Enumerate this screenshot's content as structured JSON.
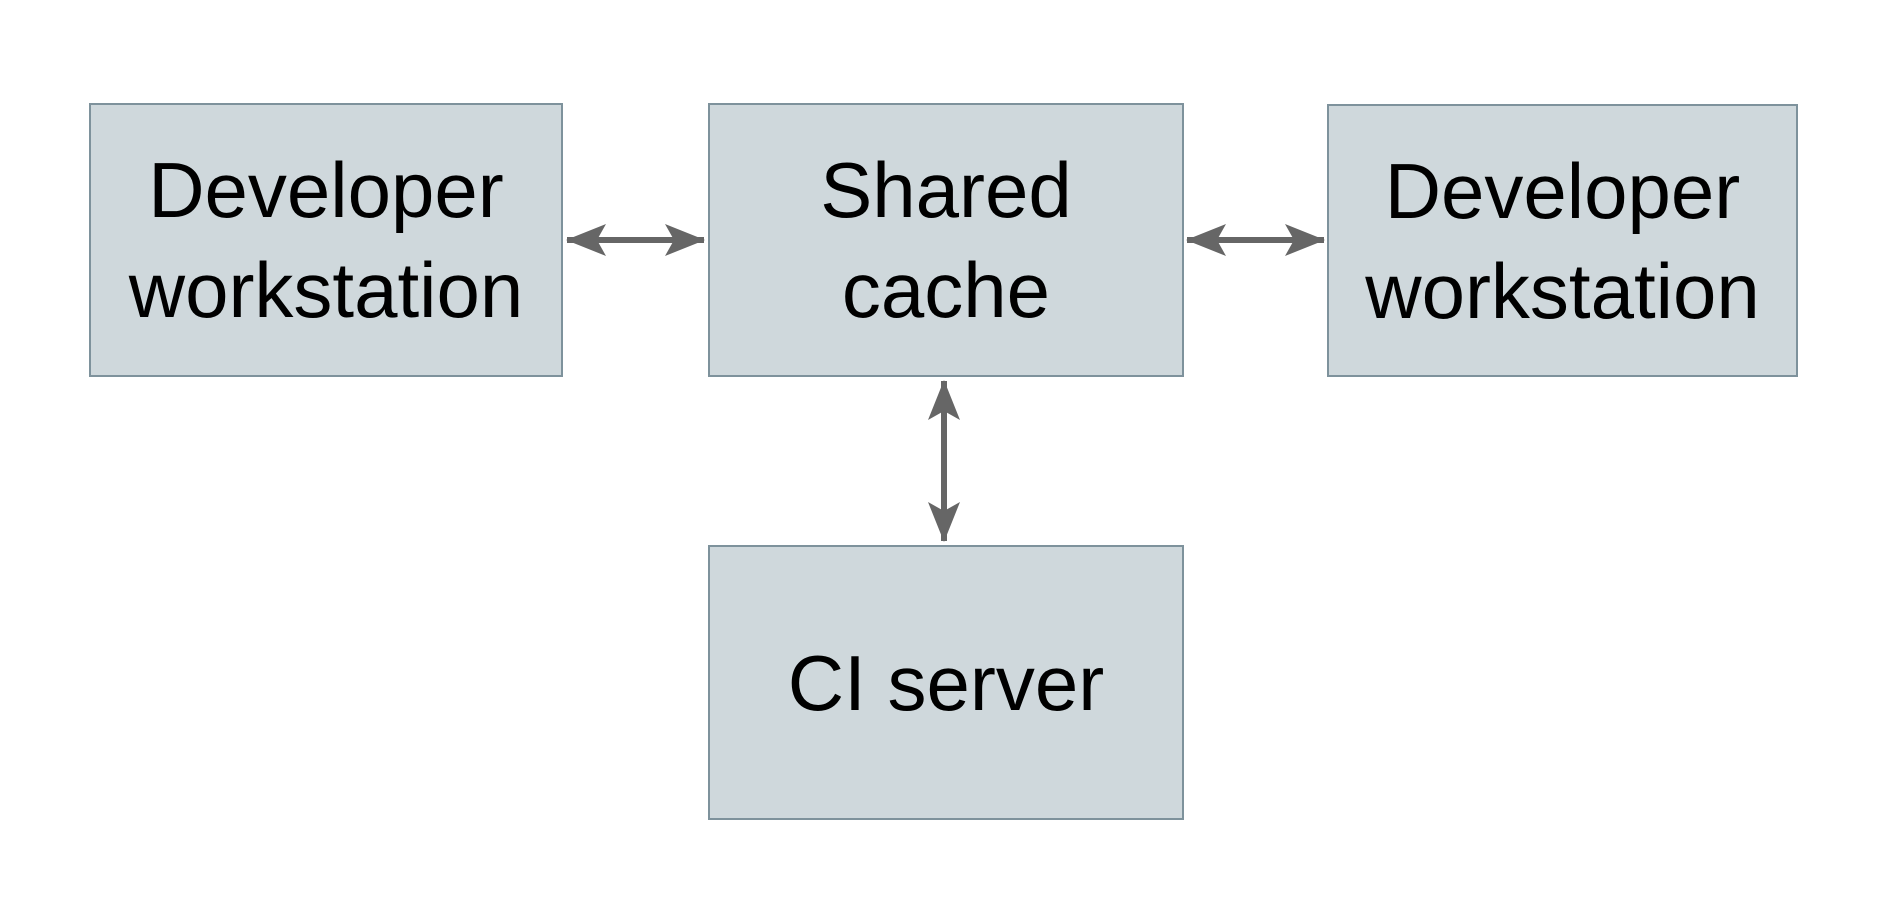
{
  "colors": {
    "background": "#ffffff",
    "node_fill": "#cfd8dc",
    "node_border": "#7e929c",
    "arrow": "#666666",
    "text": "#000000"
  },
  "nodes": {
    "dev_left": {
      "label": "Developer workstation",
      "line1": "Developer",
      "line2": "workstation"
    },
    "shared_cache": {
      "label": "Shared cache",
      "line1": "Shared",
      "line2": "cache"
    },
    "dev_right": {
      "label": "Developer workstation",
      "line1": "Developer",
      "line2": "workstation"
    },
    "ci_server": {
      "label": "CI server",
      "line1": "CI server"
    }
  },
  "edges": [
    {
      "from": "dev_left",
      "to": "shared_cache",
      "direction": "bidirectional"
    },
    {
      "from": "shared_cache",
      "to": "dev_right",
      "direction": "bidirectional"
    },
    {
      "from": "shared_cache",
      "to": "ci_server",
      "direction": "bidirectional"
    }
  ]
}
